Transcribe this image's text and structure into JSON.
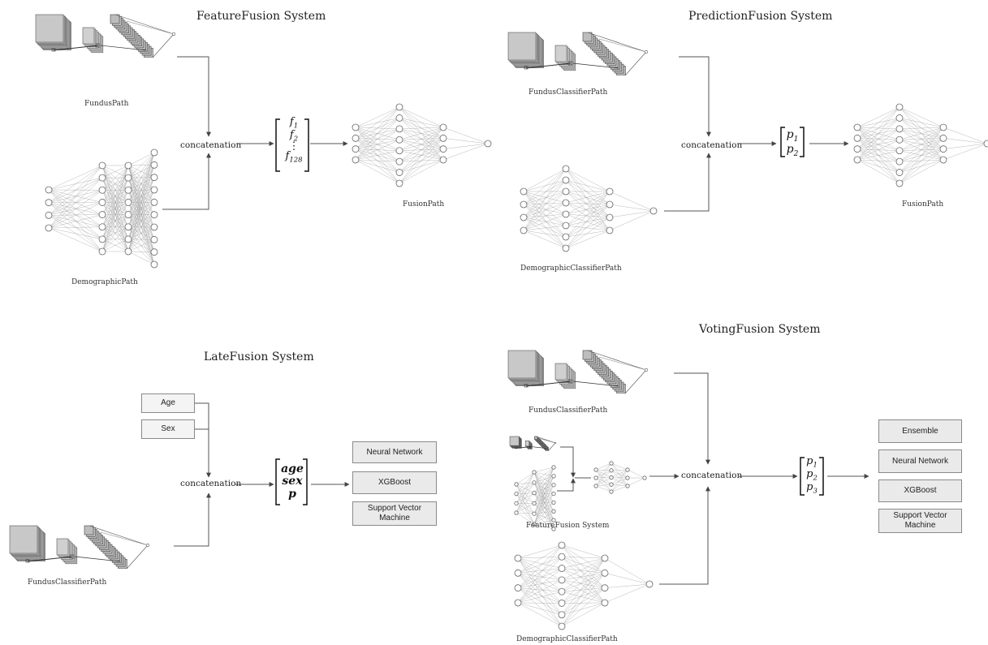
{
  "systems": {
    "feature": {
      "title": "FeatureFusion System",
      "fundus_label": "FundusPath",
      "demographic_label": "DemographicPath",
      "concat_label": "concatenation",
      "fusion_label": "FusionPath",
      "vector": [
        "f1",
        "f2",
        "⋮",
        "f128"
      ]
    },
    "prediction": {
      "title": "PredictionFusion System",
      "fundus_label": "FundusClassifierPath",
      "demographic_label": "DemographicClassifierPath",
      "concat_label": "concatenation",
      "fusion_label": "FusionPath",
      "vector": [
        "p1",
        "p2"
      ]
    },
    "late": {
      "title": "LateFusion System",
      "inputs": [
        "Age",
        "Sex"
      ],
      "concat_label": "concatenation",
      "vector": [
        "age",
        "sex",
        "p"
      ],
      "classifiers": [
        "Neural Network",
        "XGBoost",
        "Support Vector Machine"
      ],
      "fundus_label": "FundusClassifierPath"
    },
    "voting": {
      "title": "VotingFusion System",
      "fundus_label": "FundusClassifierPath",
      "feature_label": "FeatureFusion  System",
      "demographic_label": "DemographicClassifierPath",
      "concat_label": "concatenation",
      "vector": [
        "p1",
        "p2",
        "p3"
      ],
      "classifiers": [
        "Ensemble",
        "Neural Network",
        "XGBoost",
        "Support Vector Machine"
      ]
    }
  },
  "colors": {
    "line": "#555555",
    "node_stroke": "#666666",
    "box_fill": "#eaeaea",
    "box_border": "#8a8a8a"
  }
}
